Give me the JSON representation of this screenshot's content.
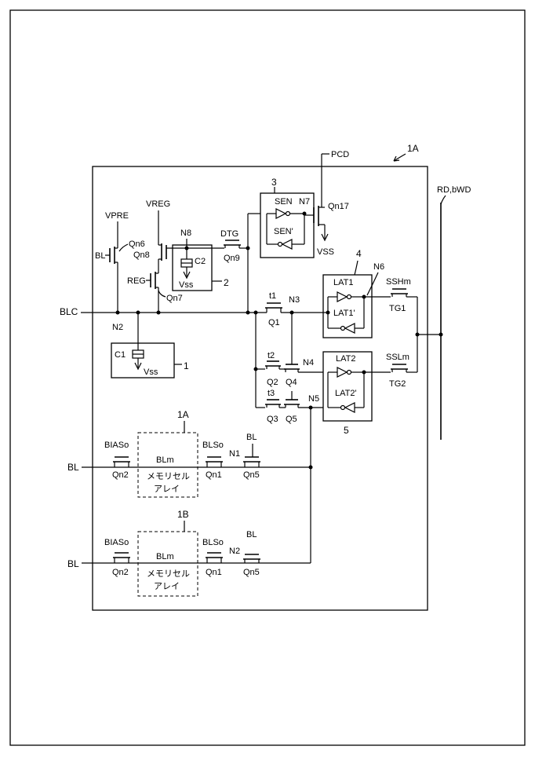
{
  "diagram": {
    "figure_ref": "1A",
    "external_signals": {
      "pcd": "PCD",
      "rd_bwd": "RD,bWD",
      "blc": "BLC",
      "vpre": "VPRE",
      "vreg": "VREG",
      "bl_gate": "BL",
      "reg_gate": "REG",
      "vss_out": "VSS"
    },
    "nodes": {
      "n1": "N1",
      "n2_top": "N2",
      "n2_bottom": "N2",
      "n3": "N3",
      "n4": "N4",
      "n5": "N5",
      "n6": "N6",
      "n7": "N7",
      "n8": "N8"
    },
    "transistors": {
      "qn6": "Qn6",
      "qn7": "Qn7",
      "qn8": "Qn8",
      "qn9": "Qn9",
      "qn17": "Qn17",
      "dtg": "DTG",
      "q1": "Q1",
      "q2": "Q2",
      "q3": "Q3",
      "q4": "Q4",
      "q5": "Q5",
      "t1": "t1",
      "t2": "t2",
      "t3": "t3",
      "tg1": "TG1",
      "tg2": "TG2",
      "sshm": "SSHm",
      "sslm": "SSLm"
    },
    "capacitors": {
      "c1": "C1",
      "c2": "C2",
      "vss1": "Vss",
      "vss2": "Vss"
    },
    "blocks": {
      "ref1": "1",
      "ref2": "2",
      "ref3": "3",
      "ref4": "4",
      "ref5": "5",
      "sen": "SEN",
      "sen_b": "SEN'",
      "lat1": "LAT1",
      "lat1_b": "LAT1'",
      "lat2": "LAT2",
      "lat2_b": "LAT2'"
    },
    "arrays": [
      {
        "id": "1A",
        "bl": "BL",
        "bias": "BIASo",
        "qn2": "Qn2",
        "blm": "BLm",
        "cell_line1": "メモリセル",
        "cell_line2": "アレイ",
        "blso": "BLSo",
        "qn1": "Qn1",
        "node": "N1",
        "bl_gate": "BL",
        "qn5": "Qn5"
      },
      {
        "id": "1B",
        "bl": "BL",
        "bias": "BIASo",
        "qn2": "Qn2",
        "blm": "BLm",
        "cell_line1": "メモリセル",
        "cell_line2": "アレイ",
        "blso": "BLSo",
        "qn1": "Qn1",
        "node": "N2",
        "bl_gate": "BL",
        "qn5": "Qn5"
      }
    ]
  }
}
